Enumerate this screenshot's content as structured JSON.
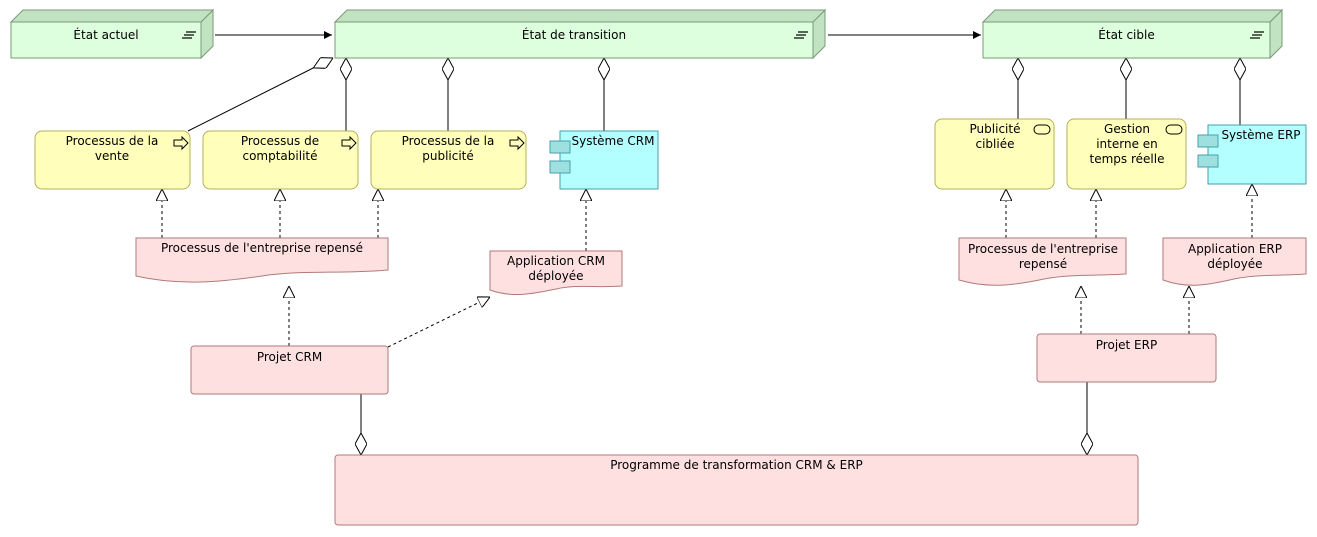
{
  "plateaus": {
    "current": "État actuel",
    "transition": "État  de transition",
    "target": "État cible"
  },
  "processes": {
    "sales": "Processus de la vente",
    "accounting": "Processus de comptabilité",
    "advertising": "Processus de la publicité"
  },
  "services": {
    "targeted_ads": "Publicité cibliée",
    "internal_mgmt": "Gestion interne en temps réelle"
  },
  "components": {
    "crm_system": "Système CRM",
    "erp_system": "Système ERP"
  },
  "deliverables": {
    "business_left": "Processus de l'entreprise repensé",
    "crm_app": "Application CRM déployée",
    "business_right": "Processus de l'entreprise repensé",
    "erp_app": "Application ERP déployée"
  },
  "work_packages": {
    "crm_project": "Projet CRM",
    "erp_project": "Projet ERP",
    "program": "Programme de transformation CRM & ERP"
  },
  "colors": {
    "plateau_fill": "#ddffdd",
    "plateau_side": "#c2e3c2",
    "plateau_stroke": "#7a9a7a",
    "business_fill": "#ffffbb",
    "business_stroke": "#b2b25a",
    "app_fill": "#b3ffff",
    "app_stroke": "#4a9fa8",
    "app_icon": "#9ee0e0",
    "impl_fill": "#ffe0e0",
    "impl_stroke": "#b27a7a"
  }
}
